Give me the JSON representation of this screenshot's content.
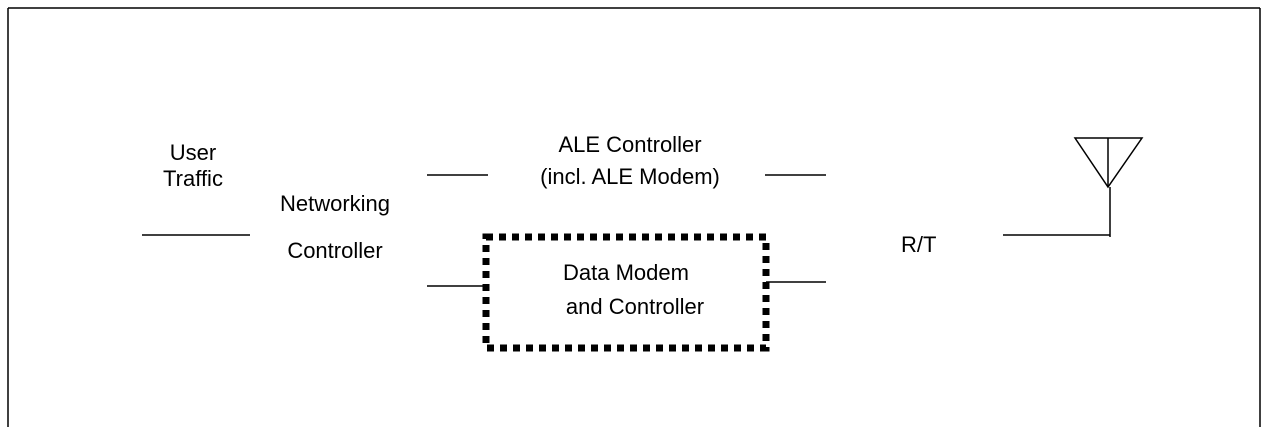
{
  "diagram": {
    "user_traffic": [
      "User",
      "Traffic"
    ],
    "networking_controller": [
      "Networking",
      "Controller"
    ],
    "ale_controller": [
      "ALE Controller",
      "(incl. ALE Modem)"
    ],
    "data_modem": [
      "Data Modem",
      "and Controller"
    ],
    "rt": "R/T"
  },
  "colors": {
    "stroke": "#000000",
    "background": "#ffffff"
  },
  "icons": {
    "antenna": "antenna-icon"
  }
}
